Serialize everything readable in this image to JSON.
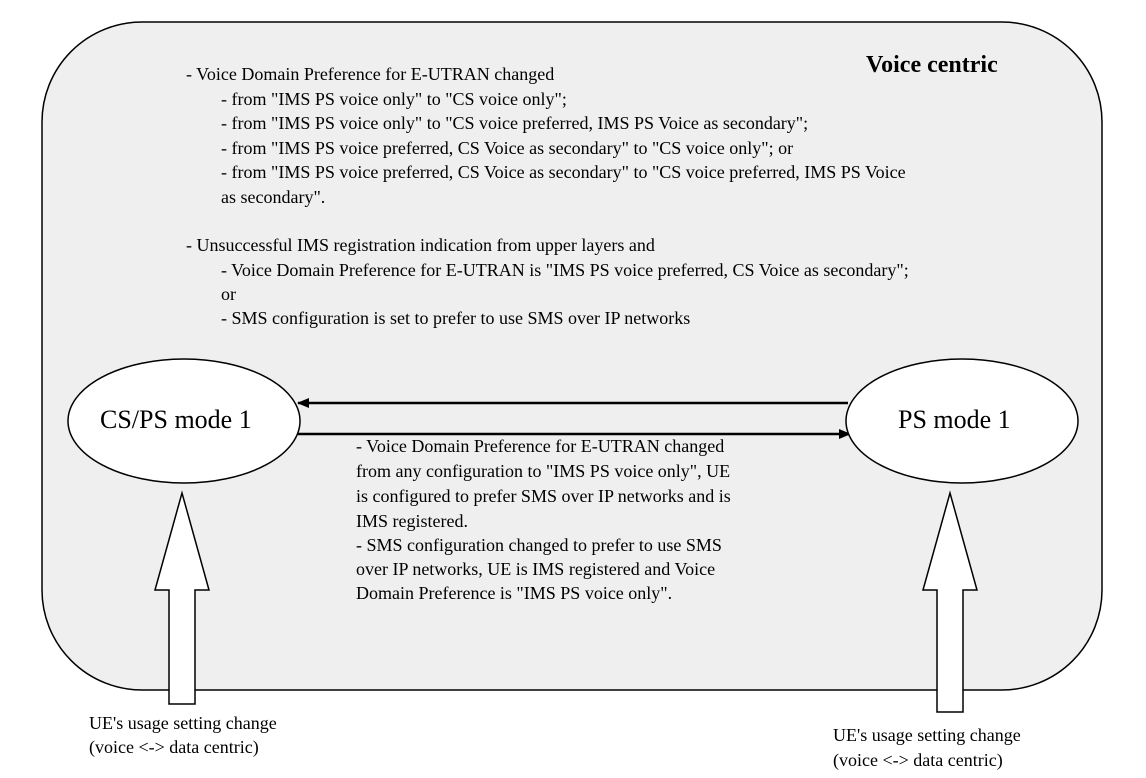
{
  "region": {
    "title": "Voice centric",
    "fill_color": "#efefef",
    "stroke_color": "#000000"
  },
  "condition_upper": {
    "lines": [
      "- Voice Domain Preference for E-UTRAN changed",
      "- from \"IMS PS voice only\" to \"CS voice only\";",
      "- from \"IMS PS voice only\" to \"CS voice preferred, IMS PS Voice as secondary\";",
      "- from \"IMS PS voice preferred, CS Voice as secondary\" to \"CS voice only\"; or",
      "- from \"IMS PS voice preferred, CS Voice as secondary\" to \"CS voice preferred, IMS PS Voice",
      "as secondary\".",
      "- Unsuccessful IMS registration indication from upper layers and",
      "- Voice Domain Preference for E-UTRAN is \"IMS PS voice preferred, CS Voice as secondary\";",
      "or",
      "- SMS configuration is set to prefer to use SMS over IP networks"
    ]
  },
  "condition_lower": {
    "lines": [
      "- Voice Domain Preference for E-UTRAN changed",
      "from any configuration to \"IMS PS voice only\", UE",
      "is configured to prefer SMS over IP networks and is",
      "IMS registered.",
      "- SMS configuration changed to prefer to use SMS",
      "over IP networks, UE is IMS registered and Voice",
      "Domain Preference is \"IMS PS voice only\"."
    ]
  },
  "nodes": {
    "cs_ps_mode_1": "CS/PS mode 1",
    "ps_mode_1": "PS mode 1"
  },
  "external_inputs": {
    "left": {
      "line1": "UE's usage setting change",
      "line2": "(voice <-> data centric)"
    },
    "right": {
      "line1": "UE's usage setting change",
      "line2": "(voice <-> data centric)"
    }
  }
}
